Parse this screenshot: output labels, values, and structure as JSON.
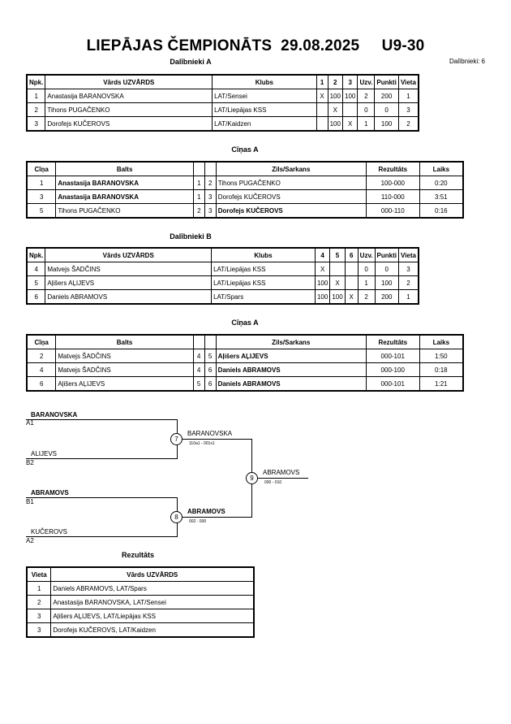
{
  "header": {
    "title": "LIEPĀJAS ČEMPIONĀTS  29.08.2025     U9-30",
    "participants_total": "Dalībnieki: 6"
  },
  "group_a": {
    "title": "Dalībnieki A",
    "headers": [
      "Npk.",
      "Vārds UZVĀRDS",
      "Klubs",
      "1",
      "2",
      "3",
      "Uzv.",
      "Punkti",
      "Vieta"
    ],
    "rows": [
      [
        "1",
        "Anastasija BARANOVSKA",
        "LAT/Sensei",
        "X",
        "100",
        "100",
        "2",
        "200",
        "1"
      ],
      [
        "2",
        "Tihons PUGAČENKO",
        "LAT/Liepājas KSS",
        "",
        "X",
        "",
        "0",
        "0",
        "3"
      ],
      [
        "3",
        "Dorofejs KUČEROVS",
        "LAT/Kaidzen",
        "",
        "100",
        "X",
        "1",
        "100",
        "2"
      ]
    ]
  },
  "fights_a": {
    "title": "Cīņas A",
    "headers": [
      "Cīņa",
      "Balts",
      "",
      "",
      "Zils/Sarkans",
      "Rezultāts",
      "Laiks"
    ],
    "rows": [
      {
        "n": "1",
        "white": "Anastasija BARANOVSKA",
        "w": "1",
        "b": "2",
        "blue": "Tihons PUGAČENKO",
        "res": "100-000",
        "time": "0:20",
        "white_win": true,
        "blue_win": false
      },
      {
        "n": "3",
        "white": "Anastasija BARANOVSKA",
        "w": "1",
        "b": "3",
        "blue": "Dorofejs KUČEROVS",
        "res": "110-000",
        "time": "3:51",
        "white_win": true,
        "blue_win": false
      },
      {
        "n": "5",
        "white": "Tihons PUGAČENKO",
        "w": "2",
        "b": "3",
        "blue": "Dorofejs KUČEROVS",
        "res": "000-110",
        "time": "0:16",
        "white_win": false,
        "blue_win": true
      }
    ]
  },
  "group_b": {
    "title": "Dalībnieki B",
    "headers": [
      "Npk.",
      "Vārds UZVĀRDS",
      "Klubs",
      "4",
      "5",
      "6",
      "Uzv.",
      "Punkti",
      "Vieta"
    ],
    "rows": [
      [
        "4",
        "Matvejs ŠADČINS",
        "LAT/Liepājas KSS",
        "X",
        "",
        "",
        "0",
        "0",
        "3"
      ],
      [
        "5",
        "Aļišers AĻIJEVS",
        "LAT/Liepājas KSS",
        "100",
        "X",
        "",
        "1",
        "100",
        "2"
      ],
      [
        "6",
        "Daniels ABRAMOVS",
        "LAT/Spars",
        "100",
        "100",
        "X",
        "2",
        "200",
        "1"
      ]
    ]
  },
  "fights_b": {
    "title": "Cīņas A",
    "headers": [
      "Cīņa",
      "Balts",
      "",
      "",
      "Zils/Sarkans",
      "Rezultāts",
      "Laiks"
    ],
    "rows": [
      {
        "n": "2",
        "white": "Matvejs ŠADČINS",
        "w": "4",
        "b": "5",
        "blue": "Aļišers AĻIJEVS",
        "res": "000-101",
        "time": "1:50",
        "white_win": false,
        "blue_win": true
      },
      {
        "n": "4",
        "white": "Matvejs ŠADČINS",
        "w": "4",
        "b": "6",
        "blue": "Daniels ABRAMOVS",
        "res": "000-100",
        "time": "0:18",
        "white_win": false,
        "blue_win": true
      },
      {
        "n": "6",
        "white": "Aļišers AĻIJEVS",
        "w": "5",
        "b": "6",
        "blue": "Daniels ABRAMOVS",
        "res": "000-101",
        "time": "1:21",
        "white_win": false,
        "blue_win": true
      }
    ]
  },
  "bracket": {
    "semi1_top": "BARANOVSKA",
    "semi1_top_seed": "A1",
    "semi1_bottom": "ALIJEVS",
    "semi1_bottom_seed": "B2",
    "semi2_top": "ABRAMOVS",
    "semi2_top_seed": "B1",
    "semi2_bottom": "KUČEROVS",
    "semi2_bottom_seed": "A2",
    "fight7": "7",
    "fight8": "8",
    "fight9": "9",
    "winner7": "BARANOVSKA",
    "score7": "110a1 - 001x1",
    "winner8": "ABRAMOVS",
    "score8": "002 - 000",
    "winner9": "ABRAMOVS",
    "score9": "000 - 010"
  },
  "results": {
    "title": "Rezultāts",
    "headers": [
      "Vieta",
      "Vārds UZVĀRDS"
    ],
    "rows": [
      [
        "1",
        "Daniels ABRAMOVS, LAT/Spars"
      ],
      [
        "2",
        "Anastasija BARANOVSKA, LAT/Sensei"
      ],
      [
        "3",
        "Aļišers AĻIJEVS, LAT/Liepājas KSS"
      ],
      [
        "3",
        "Dorofejs KUČEROVS, LAT/Kaidzen"
      ]
    ]
  }
}
